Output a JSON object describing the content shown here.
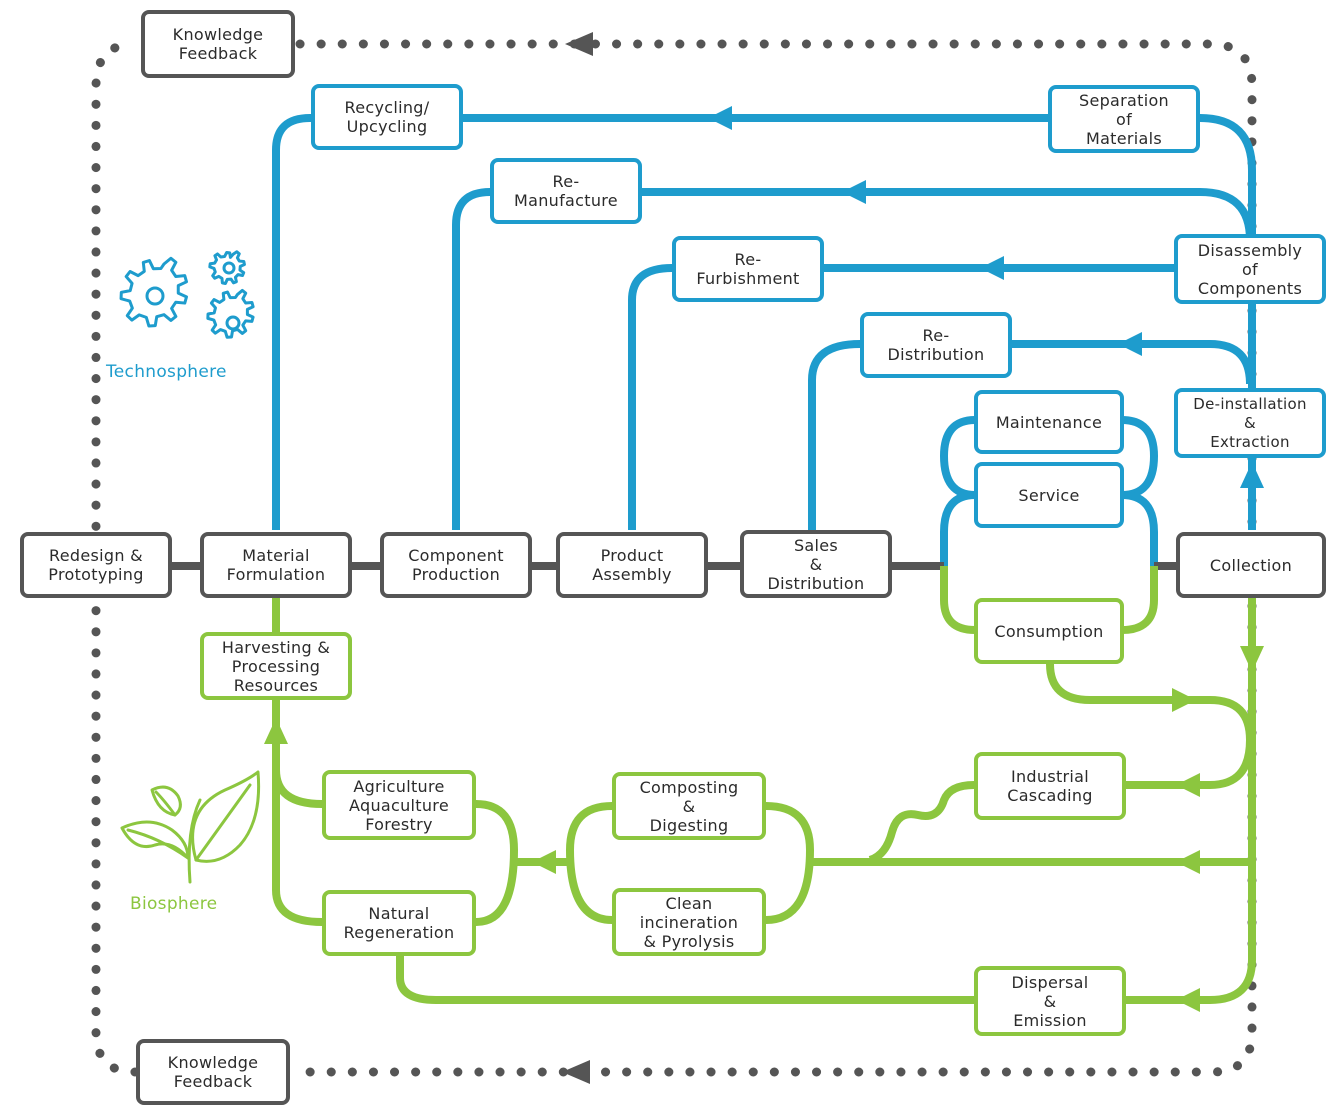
{
  "colors": {
    "technosphere": "#1e9ccd",
    "biosphere": "#8cc63f",
    "core": "#555555",
    "text": "#2b2b2b"
  },
  "feedback": {
    "top_label": "Knowledge\nFeedback",
    "bottom_label": "Knowledge\nFeedback"
  },
  "spheres": {
    "technosphere_label": "Technosphere",
    "technosphere_icon": "gears-icon",
    "biosphere_label": "Biosphere",
    "biosphere_icon": "leaves-icon"
  },
  "nodes": {
    "redesign": "Redesign &\nPrototyping",
    "material_formulation": "Material\nFormulation",
    "component_production": "Component\nProduction",
    "product_assembly": "Product\nAssembly",
    "sales_distribution": "Sales\n&\nDistribution",
    "collection": "Collection",
    "recycling": "Recycling/\nUpcycling",
    "remanufacture": "Re-\nManufacture",
    "refurbishment": "Re-\nFurbishment",
    "redistribution": "Re-\nDistribution",
    "maintenance": "Maintenance",
    "service": "Service",
    "separation": "Separation\nof\nMaterials",
    "disassembly": "Disassembly\nof\nComponents",
    "deinstallation": "De-installation\n&\nExtraction",
    "consumption": "Consumption",
    "harvesting": "Harvesting &\nProcessing\nResources",
    "agriculture": "Agriculture\nAquaculture\nForestry",
    "natural_regeneration": "Natural\nRegeneration",
    "composting": "Composting\n&\nDigesting",
    "incineration": "Clean\nincineration\n& Pyrolysis",
    "industrial_cascading": "Industrial\nCascading",
    "dispersal": "Dispersal\n&\nEmission"
  }
}
